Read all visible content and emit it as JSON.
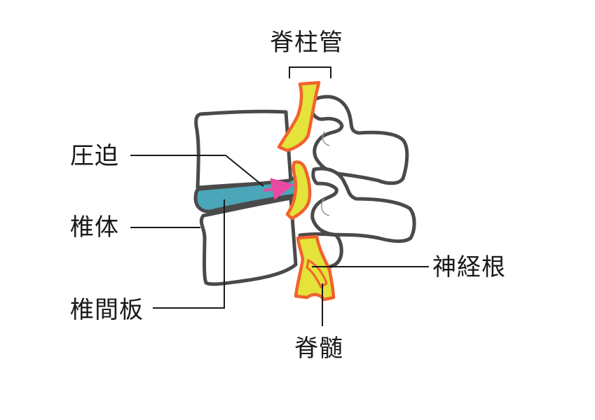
{
  "labels": {
    "spinal_canal": "脊柱管",
    "compression": "圧迫",
    "vertebral_body": "椎体",
    "intervertebral_disc": "椎間板",
    "nerve_root": "神経根",
    "spinal_cord": "脊髄"
  },
  "colors": {
    "bone_outline": "#4a4a4a",
    "disc_fill": "#4aa6b8",
    "cord_fill": "#e3e339",
    "cord_outline": "#f2622e",
    "arrow": "#e84aa3"
  }
}
